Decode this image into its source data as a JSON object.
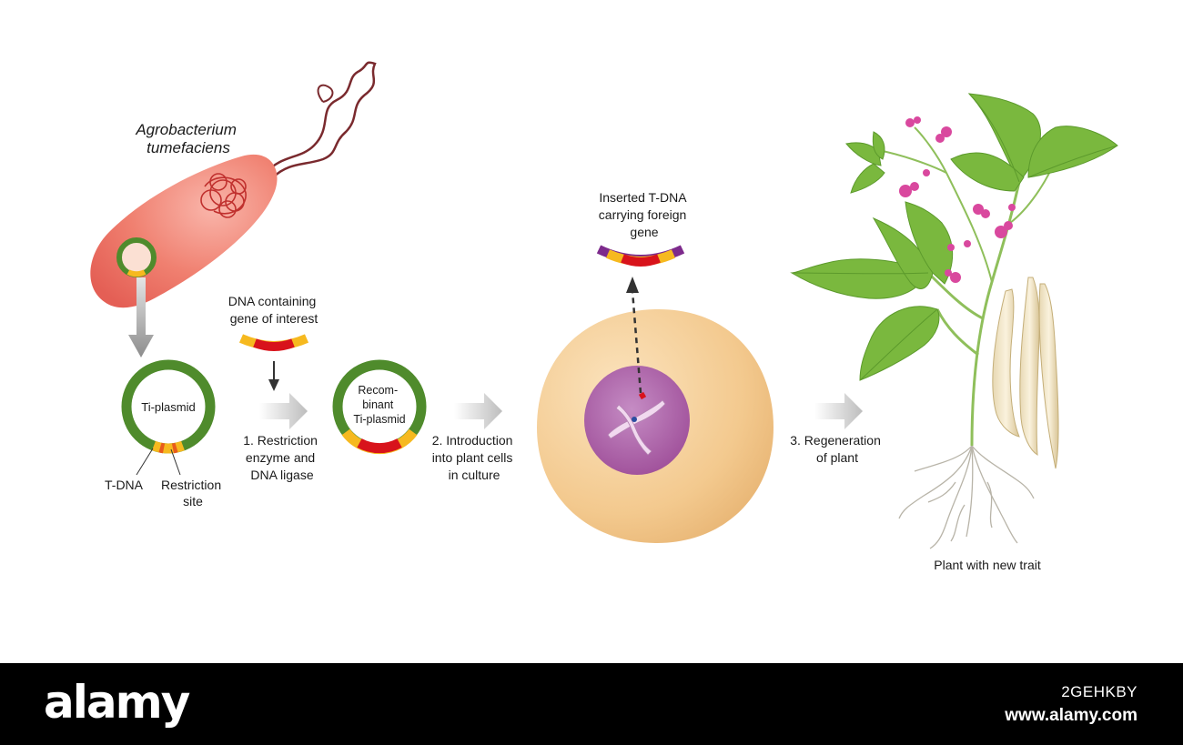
{
  "organism_label": [
    "Agrobacterium",
    "tumefaciens"
  ],
  "plasmid": {
    "label": "Ti-plasmid",
    "tdna_label": "T-DNA",
    "restriction_site_label": [
      "Restriction",
      "site"
    ]
  },
  "dna_of_interest": [
    "DNA containing",
    "gene of interest"
  ],
  "recombinant": [
    "Recom-",
    "binant",
    "Ti-plasmid"
  ],
  "inserted_tdna": [
    "Inserted T-DNA",
    "carrying foreign",
    "gene"
  ],
  "steps": [
    {
      "lines": [
        "1. Restriction",
        "enzyme and",
        "DNA ligase"
      ]
    },
    {
      "lines": [
        "2. Introduction",
        "into plant cells",
        "in culture"
      ]
    },
    {
      "lines": [
        "3. Regeneration",
        "of plant"
      ]
    }
  ],
  "plant_label": "Plant with new trait",
  "watermark": {
    "brand": "alamy",
    "image_id": "2GEHKBY",
    "url": "www.alamy.com"
  },
  "colors": {
    "bacterium": "#ee6a5f",
    "plasmid_ring": "#4f8b2c",
    "insert_red": "#d8131b",
    "insert_yellow": "#f6b91f",
    "insert_purple": "#7d2a8c",
    "cell": "#f2c98a",
    "nucleus": "#a54f9d",
    "leaf": "#7ab83e",
    "flower": "#d9489e"
  }
}
